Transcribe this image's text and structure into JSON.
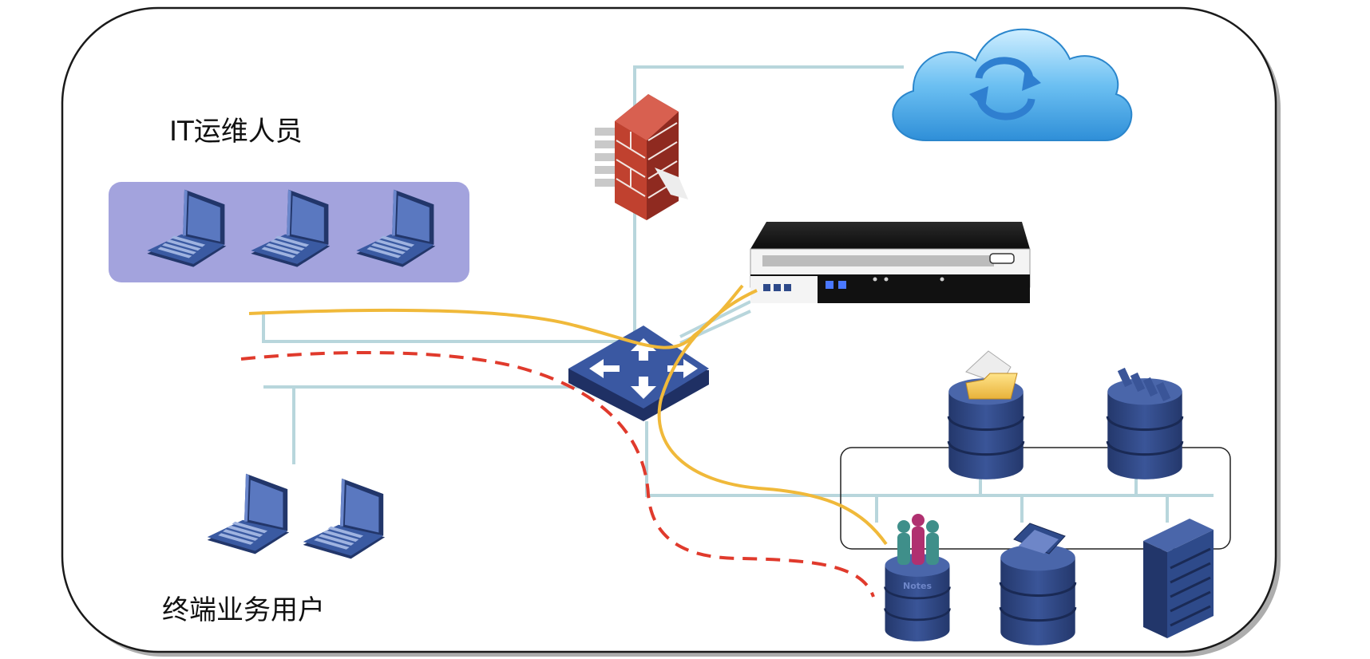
{
  "labels": {
    "it_staff": "IT运维人员",
    "end_users": "终端业务用户"
  },
  "database_labels": {
    "notes": "Notes"
  },
  "nodes": [
    "laptop-it-1",
    "laptop-it-2",
    "laptop-it-3",
    "laptop-end-1",
    "laptop-end-2",
    "firewall",
    "cloud",
    "audit-appliance",
    "core-switch",
    "db-folder",
    "db-servers",
    "db-notes",
    "db-mail",
    "server-rack"
  ],
  "icons": {
    "cloud": "cloud-sync-icon",
    "firewall": "firewall-icon",
    "switch": "router-switch-icon",
    "laptop": "laptop-icon",
    "database": "database-icon",
    "rack": "server-rack-icon"
  },
  "colors": {
    "frame_border": "#1a1a1a",
    "it_group_bg": "#a3a3dd",
    "device_blue": "#2e4a8a",
    "link_line": "#b8d6dc",
    "ops_path": "#f0b93a",
    "user_path": "#e03a2c",
    "firewall_red": "#b23a2e",
    "cloud_blue": "#4aa8e8"
  }
}
